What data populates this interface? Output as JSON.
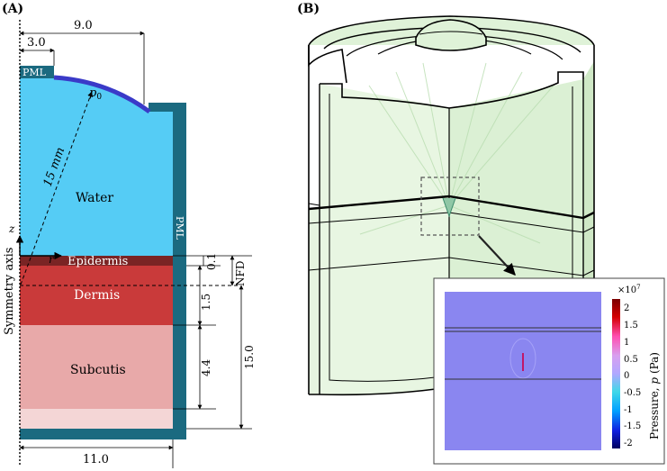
{
  "panel_a": {
    "label": "(A)",
    "dims": {
      "width_top": "9.0",
      "pml_width": "3.0",
      "width_bottom": "11.0",
      "epidermis_thickness": "0.1",
      "dermis_thickness": "1.5",
      "subcutis_thickness": "4.4",
      "total_depth": "15.0",
      "radius": "15 mm"
    },
    "labels": {
      "pml_top": "PML",
      "pml_side": "PML",
      "p0": "p",
      "p0_sub": "0",
      "water": "Water",
      "epidermis": "Epidermis",
      "dermis": "Dermis",
      "subcutis": "Subcutis",
      "symmetry_axis": "Symmetry axis",
      "z": "z",
      "r": "r",
      "nfd": "NFD"
    },
    "colors": {
      "water": "#55ccf5",
      "epidermis": "#7a2424",
      "dermis": "#c93a3a",
      "subcutis": "#e8a9a9",
      "bottom_layer": "#f4d6d6",
      "pml": "#1b6a80",
      "transducer": "#3a3ac8"
    }
  },
  "panel_b": {
    "label": "(B)",
    "colorbar": {
      "exponent": "×10",
      "exponent_power": "7",
      "ticks": [
        "2",
        "1.5",
        "1",
        "0.5",
        "0",
        "-0.5",
        "-1",
        "-1.5",
        "-2"
      ],
      "title": "Pressure, ",
      "title_var": "p",
      "title_unit": " (Pa)"
    },
    "colors": {
      "inset_background": "#8a86f0",
      "model_fill": "#e6f5e0"
    }
  }
}
